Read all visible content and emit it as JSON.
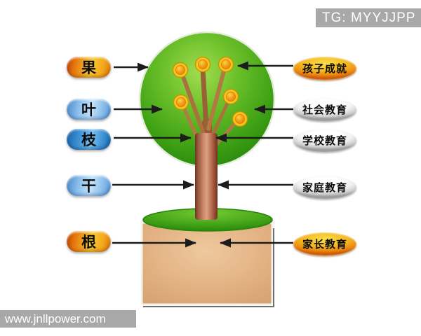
{
  "overlays": {
    "top_right_tag": "TG: MYYJJPP",
    "bottom_left_url": "www.jnllpower.com"
  },
  "diagram": {
    "rows": [
      {
        "left": {
          "text": "果",
          "variant": "orange"
        },
        "right": {
          "text": "孩子成就",
          "variant": "orange"
        }
      },
      {
        "left": {
          "text": "叶",
          "variant": "light-blue"
        },
        "right": {
          "text": "社会教育",
          "variant": "silver"
        }
      },
      {
        "left": {
          "text": "枝",
          "variant": "blue"
        },
        "right": {
          "text": "学校教育",
          "variant": "silver"
        }
      },
      {
        "left": {
          "text": "干",
          "variant": "light-blue"
        },
        "right": {
          "text": "家庭教育",
          "variant": "silver"
        }
      },
      {
        "left": {
          "text": "根",
          "variant": "orange"
        },
        "right": {
          "text": "家长教育",
          "variant": "orange"
        }
      }
    ],
    "tree": {
      "fruit_count": 6,
      "colors": {
        "crown_green_dark": "#23830a",
        "crown_green_light": "#a2dc50",
        "fruit_ring_gold": "#f6c51c",
        "fruit_orange": "#ef8e14",
        "branch_tan": "#a9713c",
        "trunk_copper": "#c5826a",
        "pot_tan": "#e0b184",
        "soil_green": "#3c9e14",
        "arrow_black": "#1c1c1c",
        "watermark_gray": "#a8a8a8"
      }
    }
  }
}
